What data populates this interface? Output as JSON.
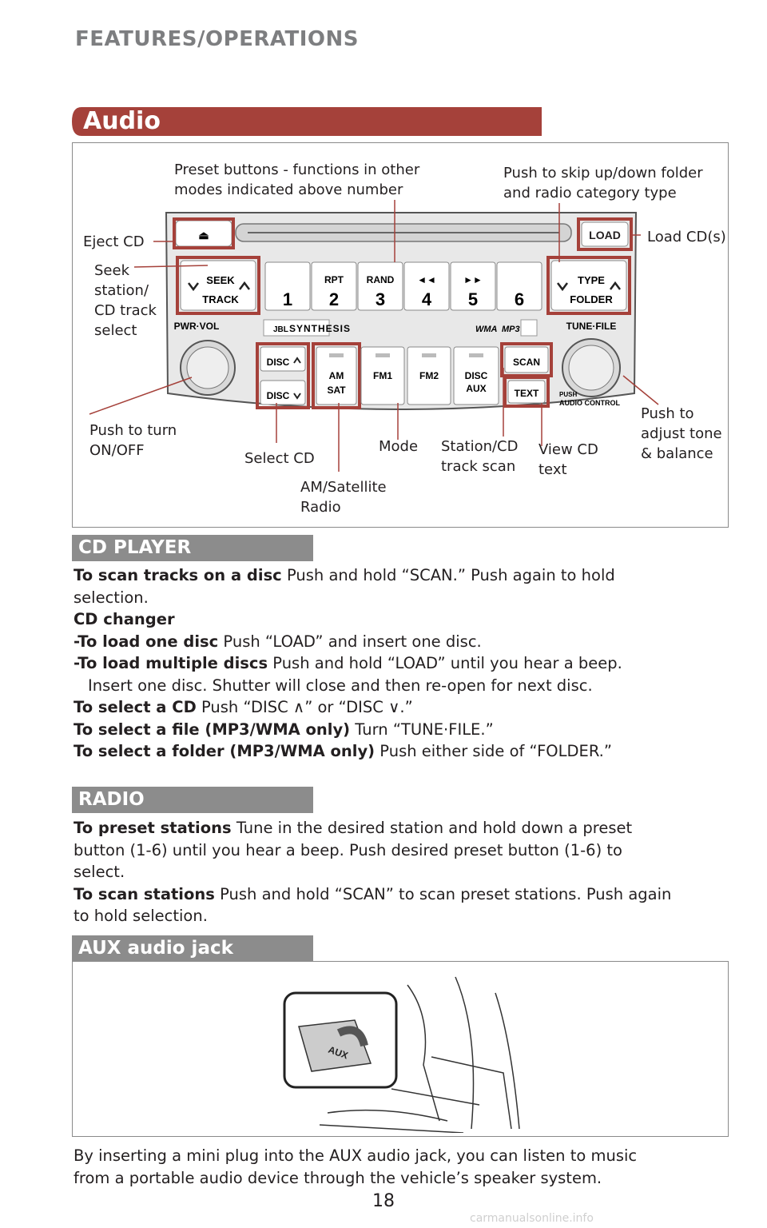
{
  "header": {
    "title": "FEATURES/OPERATIONS"
  },
  "audio": {
    "title": "Audio",
    "banner_color": "#a5413a",
    "callouts": {
      "preset": [
        "Preset buttons - functions in other",
        "modes indicated above number"
      ],
      "skip_folder": [
        "Push to skip up/down folder",
        "and radio category type"
      ],
      "eject": "Eject CD",
      "load": "Load CD(s)",
      "seek": [
        "Seek",
        "station/",
        "CD track",
        "select"
      ],
      "power": [
        "Push to turn",
        "ON/OFF"
      ],
      "select_cd": "Select CD",
      "am_sat": [
        "AM/Satellite",
        "Radio"
      ],
      "mode": "Mode",
      "scan": [
        "Station/CD",
        "track scan"
      ],
      "view_text": [
        "View CD",
        "text"
      ],
      "tone": [
        "Push to",
        "adjust tone",
        "& balance"
      ]
    },
    "unit": {
      "load": "LOAD",
      "seek_top": "SEEK",
      "seek_bottom": "TRACK",
      "presets": [
        "1",
        "2",
        "3",
        "4",
        "5",
        "6"
      ],
      "preset_tops": [
        "",
        "RPT",
        "RAND",
        "◄◄",
        "►►",
        ""
      ],
      "type": "TYPE",
      "folder": "FOLDER",
      "pwr_vol": "PWR·VOL",
      "brand": "SYNTHESIS",
      "jbl": "JBL",
      "wma": "WMA",
      "mp3": "MP3",
      "tune_file": "TUNE·FILE",
      "disc_up": "DISC",
      "disc_down": "DISC",
      "am": "AM",
      "sat": "SAT",
      "fm1": "FM1",
      "fm2": "FM2",
      "disc": "DISC",
      "aux": "AUX",
      "scan": "SCAN",
      "text": "TEXT",
      "push": "PUSH",
      "audio_control": "AUDIO CONTROL",
      "highlight_color": "#a5413a"
    }
  },
  "cd_player": {
    "heading": "CD PLAYER",
    "lines": [
      {
        "bold": "To scan tracks on a disc",
        "text": " Push and hold “SCAN.” Push again to hold"
      },
      {
        "bold": "",
        "text": "selection."
      },
      {
        "bold": "CD changer",
        "text": ""
      },
      {
        "bold": "-To load one disc",
        "text": " Push “LOAD” and insert one disc."
      },
      {
        "bold": "-To load multiple discs",
        "text": " Push and hold “LOAD” until you hear a beep."
      },
      {
        "bold": "",
        "text": "Insert one disc. Shutter will close and then re-open for next disc."
      },
      {
        "bold": "To select a CD",
        "text": " Push “DISC ∧” or “DISC ∨.”"
      },
      {
        "bold": "To select a file (MP3/WMA only)",
        "text": " Turn “TUNE·FILE.”"
      },
      {
        "bold": "To select a folder (MP3/WMA only)",
        "text": " Push either side of “FOLDER.”"
      }
    ]
  },
  "radio": {
    "heading": "RADIO",
    "lines": [
      {
        "bold": "To preset stations",
        "text": " Tune in the desired station and hold down a preset"
      },
      {
        "bold": "",
        "text": "button (1-6) until you hear a beep. Push desired preset button (1-6) to"
      },
      {
        "bold": "",
        "text": "select."
      },
      {
        "bold": "To scan stations",
        "text": " Push and hold “SCAN” to scan preset stations. Push again"
      },
      {
        "bold": "",
        "text": "to hold selection."
      }
    ]
  },
  "aux": {
    "heading": "AUX audio jack",
    "jack_label": "AUX",
    "caption": [
      "By inserting a mini plug into the AUX audio jack, you can listen to music",
      "from a portable audio device through the vehicle’s speaker system."
    ]
  },
  "page_number": "18",
  "watermark": "carmanualsonline.info"
}
